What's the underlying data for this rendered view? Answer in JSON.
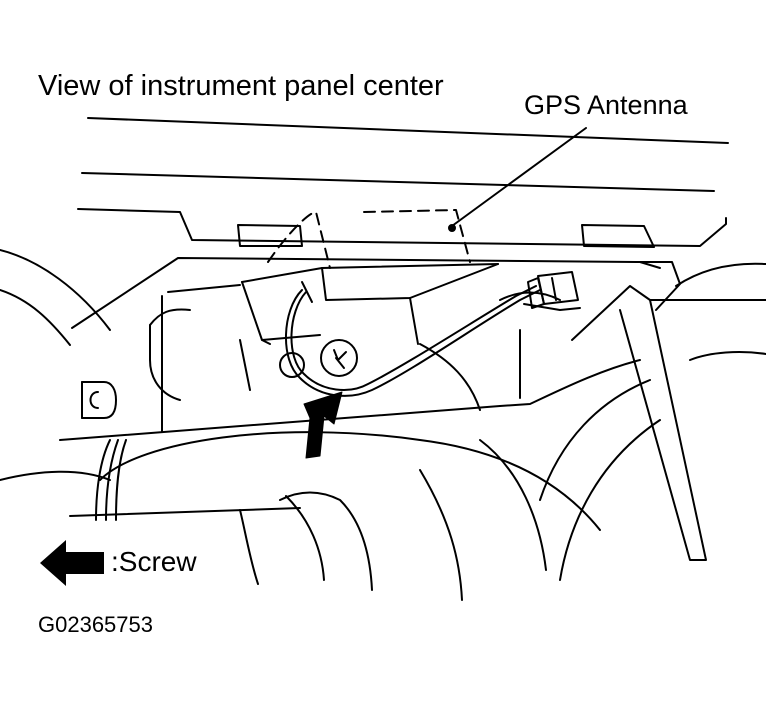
{
  "diagram": {
    "title": "View of instrument panel center",
    "callout_label": "GPS Antenna",
    "legend": {
      "icon": "bold-arrow-icon",
      "text": ":Screw"
    },
    "figure_code": "G02365753",
    "colors": {
      "line": "#000000",
      "background": "#ffffff"
    }
  }
}
